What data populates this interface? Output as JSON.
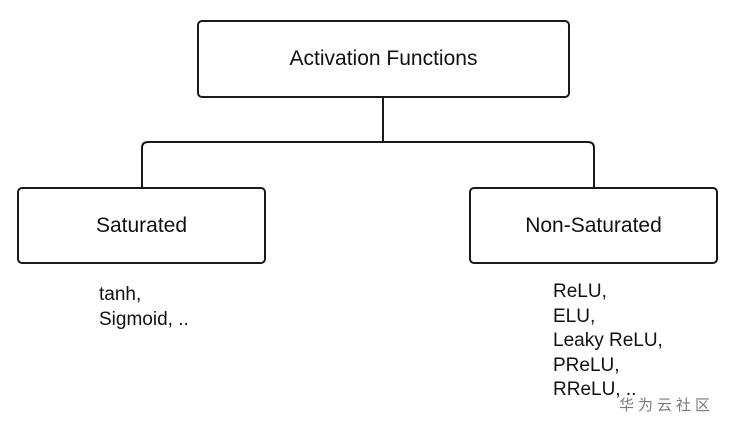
{
  "diagram": {
    "root": {
      "label": "Activation Functions"
    },
    "branches": [
      {
        "label": "Saturated",
        "examples": [
          "tanh,",
          "Sigmoid, .."
        ]
      },
      {
        "label": "Non-Saturated",
        "examples": [
          "ReLU,",
          "ELU,",
          "Leaky ReLU,",
          "PReLU,",
          "RReLU, .."
        ]
      }
    ]
  },
  "watermark": {
    "text": "华为云社区"
  },
  "colors": {
    "stroke": "#1a1a1a",
    "text": "#111111",
    "watermark": "#7a7a7a",
    "background": "#ffffff"
  }
}
